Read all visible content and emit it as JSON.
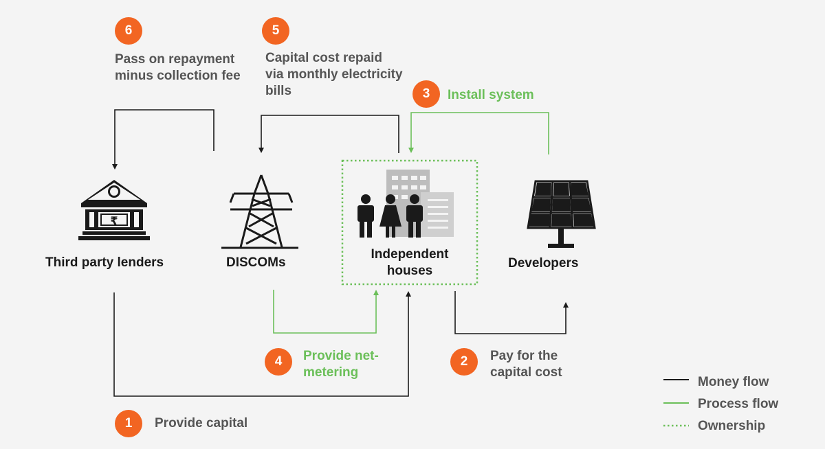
{
  "colors": {
    "money_flow": "#1a1a1a",
    "process_flow": "#6bbf59",
    "ownership": "#6bbf59",
    "badge": "#f26522",
    "text": "#555555"
  },
  "nodes": {
    "lenders": {
      "label": "Third party lenders",
      "icon": "bank-rupee-icon"
    },
    "discoms": {
      "label": "DISCOMs",
      "icon": "transmission-tower-icon"
    },
    "houses": {
      "label": "Independent houses",
      "icon": "family-buildings-icon"
    },
    "developers": {
      "label": "Developers",
      "icon": "solar-panel-icon"
    }
  },
  "steps": [
    {
      "number": "1",
      "text": "Provide capital"
    },
    {
      "number": "2",
      "text": "Pay for the capital cost"
    },
    {
      "number": "3",
      "text": "Install system"
    },
    {
      "number": "4",
      "text": "Provide net-metering"
    },
    {
      "number": "5",
      "text": "Capital cost repaid via monthly electricity bills"
    },
    {
      "number": "6",
      "text": "Pass on repayment minus collection fee"
    }
  ],
  "legend": {
    "money": "Money flow",
    "process": "Process flow",
    "ownership": "Ownership"
  }
}
